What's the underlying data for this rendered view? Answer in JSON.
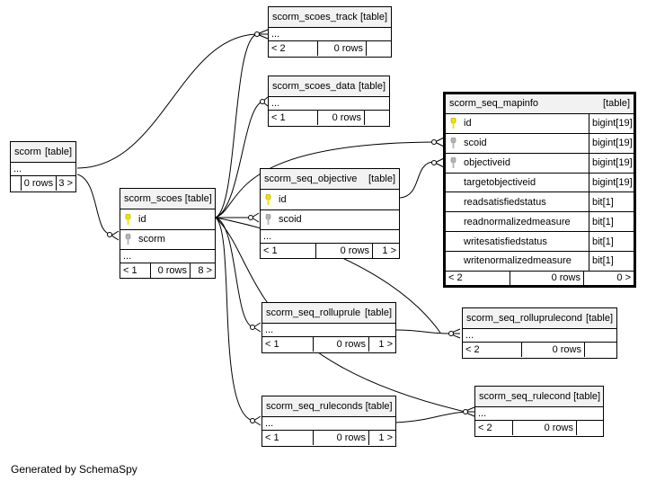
{
  "diagram": {
    "footer": "Generated by SchemaSpy",
    "key_colors": {
      "primary": "#f2e200",
      "foreign": "#b4b4b4"
    },
    "tables": {
      "scorm": {
        "name": "scorm",
        "type": "[table]",
        "ellipsis": "...",
        "footer": [
          "",
          "0 rows",
          "3 >"
        ]
      },
      "scorm_scoes_track": {
        "name": "scorm_scoes_track",
        "type": "[table]",
        "ellipsis": "...",
        "footer": [
          "< 2",
          "0 rows",
          ""
        ]
      },
      "scorm_scoes_data": {
        "name": "scorm_scoes_data",
        "type": "[table]",
        "ellipsis": "...",
        "footer": [
          "< 1",
          "0 rows",
          ""
        ]
      },
      "scorm_scoes": {
        "name": "scorm_scoes",
        "type": "[table]",
        "columns": [
          {
            "name": "id",
            "key": "primary"
          },
          {
            "name": "scorm",
            "key": "foreign"
          }
        ],
        "ellipsis": "...",
        "footer": [
          "< 1",
          "0 rows",
          "8 >"
        ]
      },
      "scorm_seq_objective": {
        "name": "scorm_seq_objective",
        "type": "[table]",
        "columns": [
          {
            "name": "id",
            "key": "primary"
          },
          {
            "name": "scoid",
            "key": "foreign"
          }
        ],
        "ellipsis": "...",
        "footer": [
          "< 1",
          "0 rows",
          "1 >"
        ]
      },
      "scorm_seq_mapinfo": {
        "name": "scorm_seq_mapinfo",
        "type": "[table]",
        "columns": [
          {
            "name": "id",
            "key": "primary",
            "type": "bigint[19]"
          },
          {
            "name": "scoid",
            "key": "foreign",
            "type": "bigint[19]"
          },
          {
            "name": "objectiveid",
            "key": "foreign",
            "type": "bigint[19]"
          },
          {
            "name": "targetobjectiveid",
            "key": "",
            "type": "bigint[19]"
          },
          {
            "name": "readsatisfiedstatus",
            "key": "",
            "type": "bit[1]"
          },
          {
            "name": "readnormalizedmeasure",
            "key": "",
            "type": "bit[1]"
          },
          {
            "name": "writesatisfiedstatus",
            "key": "",
            "type": "bit[1]"
          },
          {
            "name": "writenormalizedmeasure",
            "key": "",
            "type": "bit[1]"
          }
        ],
        "footer": [
          "< 2",
          "0 rows",
          "0 >"
        ]
      },
      "scorm_seq_rolluprule": {
        "name": "scorm_seq_rolluprule",
        "type": "[table]",
        "ellipsis": "...",
        "footer": [
          "< 1",
          "0 rows",
          "1 >"
        ]
      },
      "scorm_seq_rolluprulecond": {
        "name": "scorm_seq_rolluprulecond",
        "type": "[table]",
        "ellipsis": "...",
        "footer": [
          "< 2",
          "0 rows",
          ""
        ]
      },
      "scorm_seq_ruleconds": {
        "name": "scorm_seq_ruleconds",
        "type": "[table]",
        "ellipsis": "...",
        "footer": [
          "< 1",
          "0 rows",
          "1 >"
        ]
      },
      "scorm_seq_rulecond": {
        "name": "scorm_seq_rulecond",
        "type": "[table]",
        "ellipsis": "...",
        "footer": [
          "< 2",
          "0 rows",
          ""
        ]
      }
    }
  }
}
